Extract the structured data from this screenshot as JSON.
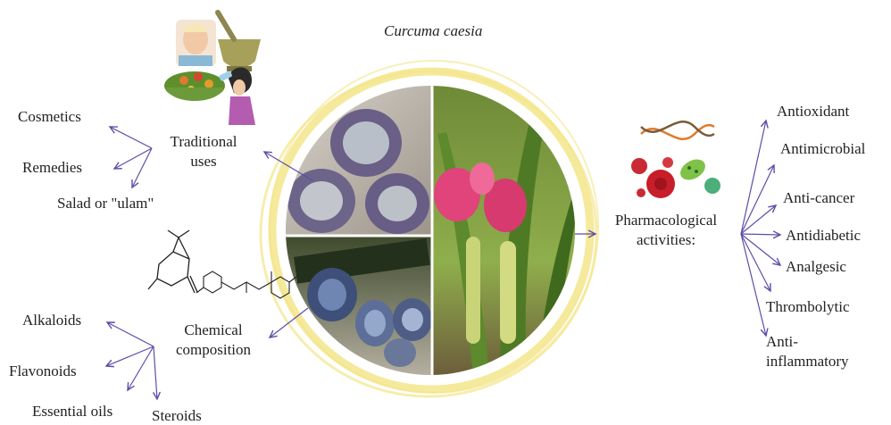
{
  "title": "Curcuma caesia",
  "colors": {
    "arrow": "#5b4ea8",
    "ring": "#f3e58a"
  },
  "traditional_uses": {
    "label_line1": "Traditional",
    "label_line2": "uses",
    "items": [
      "Cosmetics",
      "Remedies",
      "Salad or \"ulam\""
    ]
  },
  "chemical_composition": {
    "label_line1": "Chemical",
    "label_line2": "composition",
    "items": [
      "Alkaloids",
      "Flavonoids",
      "Essential oils",
      "Steroids"
    ]
  },
  "pharmacological_activities": {
    "label_line1": "Pharmacological",
    "label_line2": "activities:",
    "items": [
      "Antioxidant",
      "Antimicrobial",
      "Anti-cancer",
      "Antidiabetic",
      "Analgesic",
      "Thrombolytic"
    ],
    "last_item_line1": "Anti-",
    "last_item_line2": "inflammatory"
  },
  "icons": [
    "face-mask-icon",
    "mortar-pestle-icon",
    "salad-bowl-icon",
    "woman-drinking-icon",
    "dna-icon",
    "blood-cell-icon",
    "bacteria-icon",
    "camphor-molecule-icon",
    "curcumin-molecule-icon"
  ]
}
